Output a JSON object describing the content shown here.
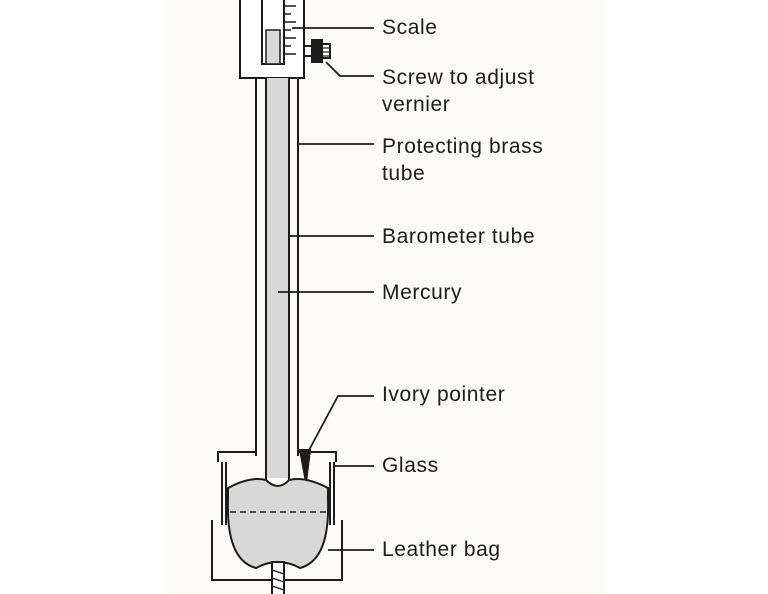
{
  "labels": {
    "scale": "Scale",
    "screw_line1": "Screw to adjust",
    "screw_line2": "vernier",
    "brass_line1": "Protecting brass",
    "brass_line2": "tube",
    "barometer_tube": "Barometer tube",
    "mercury": "Mercury",
    "ivory_pointer": "Ivory pointer",
    "glass": "Glass",
    "leather_bag": "Leather bag"
  },
  "colors": {
    "ink": "#1c1c1c",
    "mercury_fill": "#d8d8d8",
    "paper": "#fbfaf8"
  }
}
